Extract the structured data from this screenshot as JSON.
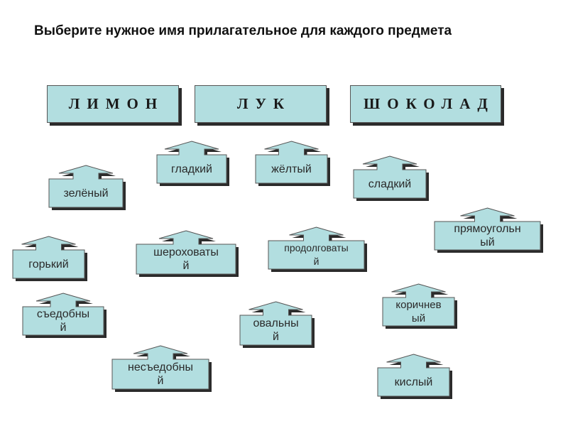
{
  "title": "Выберите нужное имя прилагательное для каждого предмета",
  "nouns": [
    {
      "name": "noun-lemon",
      "text": "ЛИМОН"
    },
    {
      "name": "noun-onion",
      "text": "ЛУК"
    },
    {
      "name": "noun-chocolate",
      "text": "ШОКОЛАД"
    }
  ],
  "adjectives": [
    {
      "name": "adjective-gladkiy",
      "lines": [
        "гладкий"
      ]
    },
    {
      "name": "adjective-zheltyy",
      "lines": [
        "жёлтый"
      ]
    },
    {
      "name": "adjective-zelenyy",
      "lines": [
        "зелёный"
      ]
    },
    {
      "name": "adjective-sladkiy",
      "lines": [
        "сладкий"
      ]
    },
    {
      "name": "adjective-pryamougolnyy",
      "lines": [
        "прямоугольн",
        "ый"
      ]
    },
    {
      "name": "adjective-gorkiy",
      "lines": [
        "горький"
      ]
    },
    {
      "name": "adjective-sherohovatyy",
      "lines": [
        "шероховаты",
        "й"
      ]
    },
    {
      "name": "adjective-prodolgovatyy",
      "lines": [
        "продолговаты",
        "й"
      ]
    },
    {
      "name": "adjective-sedobnyy",
      "lines": [
        "съедобны",
        "й"
      ]
    },
    {
      "name": "adjective-ovalnyy",
      "lines": [
        "овальны",
        "й"
      ]
    },
    {
      "name": "adjective-korichnevyy",
      "lines": [
        "коричнев",
        "ый"
      ]
    },
    {
      "name": "adjective-nesedobnyy",
      "lines": [
        "несъедобны",
        "й"
      ]
    },
    {
      "name": "adjective-kislyy",
      "lines": [
        "кислый"
      ]
    }
  ],
  "colors": {
    "card_fill": "#b2dee0",
    "border": "#555555",
    "shadow": "#2b2b2b",
    "text": "#2a2a2a"
  }
}
